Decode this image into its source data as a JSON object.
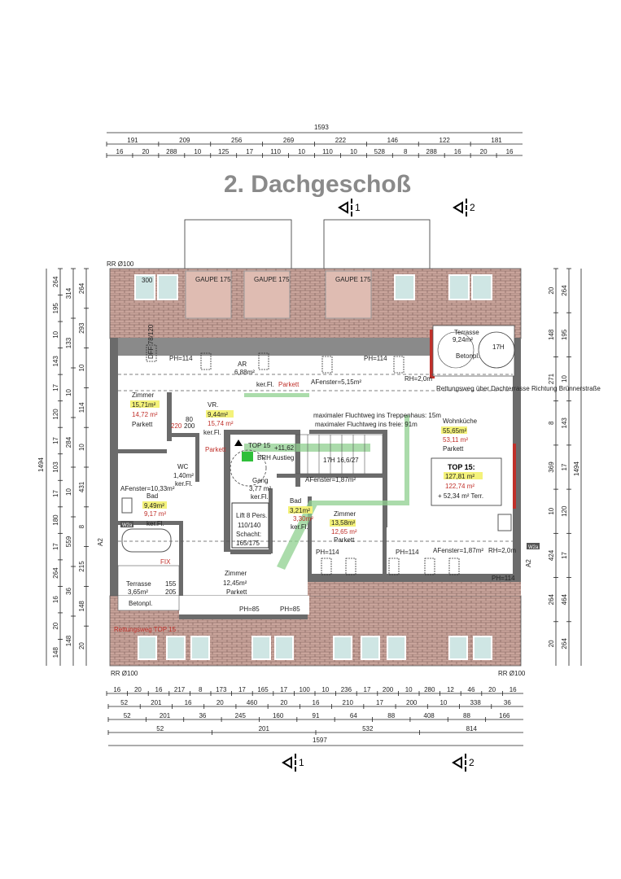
{
  "title": "2. Dachgeschoß",
  "section_markers": [
    "1",
    "2"
  ],
  "dims_top": {
    "total": "1593",
    "chain1": [
      "191",
      "209",
      "256",
      "269",
      "222",
      "146",
      "122",
      "181"
    ],
    "chain2": [
      "16",
      "20",
      "288",
      "10",
      "125",
      "17",
      "110",
      "10",
      "110",
      "10",
      "528",
      "8",
      "288",
      "16",
      "20",
      "16"
    ]
  },
  "dims_bottom": {
    "chain1": [
      "16",
      "20",
      "16",
      "217",
      "8",
      "173",
      "17",
      "165",
      "17",
      "100",
      "10",
      "236",
      "17",
      "200",
      "10",
      "280",
      "12",
      "46",
      "20",
      "16"
    ],
    "chain2": [
      "52",
      "201",
      "16",
      "20",
      "460",
      "20",
      "16",
      "210",
      "17",
      "200",
      "10",
      "338",
      "36"
    ],
    "chain3": [
      "52",
      "201",
      "36",
      "245",
      "160",
      "91",
      "64",
      "88",
      "408",
      "88",
      "166"
    ],
    "chain4": [
      "52",
      "201",
      "532",
      "814"
    ],
    "total": "1597"
  },
  "dims_left": {
    "col1": [
      "264",
      "195",
      "10",
      "143",
      "17",
      "120",
      "17",
      "103",
      "17",
      "180",
      "17",
      "264",
      "16",
      "20",
      "148"
    ],
    "col2": [
      "314",
      "133",
      "10",
      "284",
      "10",
      "559",
      "36",
      "148"
    ],
    "col3": [
      "264",
      "293",
      "10",
      "114",
      "10",
      "431",
      "8",
      "215",
      "148",
      "20"
    ],
    "total": "1494"
  },
  "dims_right": {
    "col1": [
      "20",
      "148",
      "271",
      "8",
      "369",
      "10",
      "424",
      "264",
      "20"
    ],
    "col2": [
      "264",
      "195",
      "10",
      "143",
      "17",
      "120",
      "17",
      "464",
      "264"
    ],
    "total": "1494"
  },
  "roof": {
    "rr_label": "RR Ø100",
    "dormers": [
      "GAUPE 175",
      "GAUPE 175",
      "GAUPE 175"
    ],
    "window_dim": "300"
  },
  "rooms": {
    "zimmer1": {
      "name": "Zimmer",
      "area1": "15,71m²",
      "area2": "14,72 m²",
      "floor": "Parkett"
    },
    "vr": {
      "name": "VR.",
      "area1": "9,44m²",
      "area2": "15,74 m²",
      "floor": "ker.Fl.",
      "floor2": "Parkett"
    },
    "ar": {
      "name": "AR",
      "area1": "6,88m²",
      "floor": "ker.Fl.",
      "floor2": "Parkett"
    },
    "wc": {
      "name": "WC",
      "area1": "1,40m²",
      "floor": "ker.Fl."
    },
    "bad1": {
      "name": "Bad",
      "area1": "9,49m²",
      "area2": "9,17 m²",
      "floor": "ker.Fl.",
      "window": "AFenster=10,33m²"
    },
    "top": {
      "name": "TOP 15",
      "level": "+11,62",
      "stair": "17H 16,6/27",
      "gang": "Gang",
      "gang_area": "3,77 m²",
      "gang_floor": "ker.Fl."
    },
    "lift": {
      "name": "Lift 8 Pers.",
      "size": "110/140",
      "shaft": "Schacht:",
      "shaft_size": "165/175"
    },
    "bad2": {
      "name": "Bad",
      "area1": "3,21m²",
      "area2": "3,30m²",
      "floor": "ker.Fl."
    },
    "zimmer2": {
      "name": "Zimmer",
      "area1": "13,58m²",
      "area2": "12,65 m²",
      "floor": "Parkett"
    },
    "zimmer3": {
      "name": "Zimmer",
      "area1": "12,45m²",
      "floor": "Parkett"
    },
    "wohnkueche": {
      "name": "Wohnküche",
      "area1": "55,65m²",
      "area2": "53,11 m²",
      "floor": "Parkett"
    },
    "terrasse1": {
      "name": "Terrasse",
      "area1": "3,65m²",
      "floor": "Betonpl.",
      "d1": "155",
      "d2": "205"
    },
    "terrasse2": {
      "name": "Terrasse",
      "area1": "9,24m²",
      "floor": "Betonpl.",
      "stair": "17H"
    }
  },
  "summary": {
    "title": "TOP 15:",
    "area1": "127,81 m²",
    "area2": "122,74 m²",
    "terrace": "+ 52,34 m² Terr."
  },
  "notes": {
    "flucht1": "maximaler Fluchtweg ins Treppenhaus: 15m",
    "flucht2": "maximaler Fluchtweg ins freie: 91m",
    "rettung": "Rettungsweg über Dachterrasse Richtung Brünnerstraße",
    "rettung_top": "Rettungsweg TOP 15",
    "afenster1": "AFenster=5,15m²",
    "afenster2": "AFenster=1,87m²",
    "afenster3": "AFenster=1,87m²",
    "rh": "RH=2,0m",
    "ph114": "PH=114",
    "ph85": "PH=85",
    "dff": "DFF 78/120",
    "door_w": "80",
    "door_h": "200",
    "door_r": "220",
    "fix": "FIX",
    "w2a": "W2a",
    "a2": "A2",
    "brh": "BRH Austieg"
  },
  "colors": {
    "brick": "#c9a49b",
    "wall": "#6b6b6b",
    "highlight": "#f4f27a",
    "red": "#c0302a",
    "escape": "#8fd08f"
  }
}
